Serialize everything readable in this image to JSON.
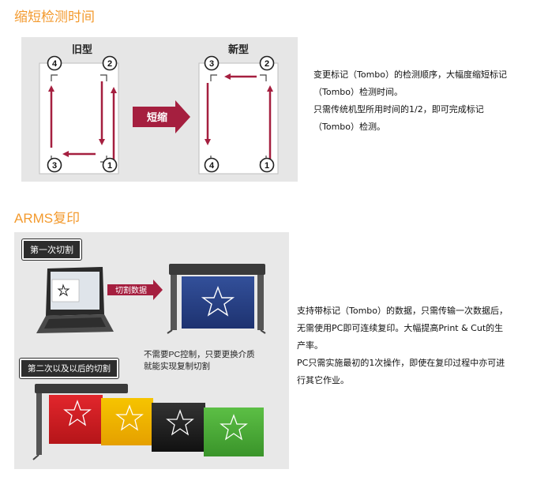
{
  "section1": {
    "title": "缩短检测时间",
    "old_label": "旧型",
    "new_label": "新型",
    "arrow_label": "短缩",
    "marker_nums": [
      "1",
      "2",
      "3",
      "4"
    ],
    "desc": [
      "变更标记（Tombo）的检测顺序，大幅度缩短标记",
      "（Tombo）检测时间。",
      "只需传统机型所用时间的1/2，即可完成标记",
      "（Tombo）检测。"
    ],
    "colors": {
      "accent": "#f39a2e",
      "arrow": "#a51f3f",
      "panel": "#e6e6e6"
    }
  },
  "section2": {
    "title": "ARMS复印",
    "first_cut_label": "第一次切割",
    "cut_data_label": "切割数据",
    "note": [
      "不需要PC控制，只要更换介质",
      "就能实现复制切割"
    ],
    "later_cut_label": "第二次以及以后的切割",
    "media_colors": [
      "#cf1f25",
      "#f2b800",
      "#222222",
      "#49a83a"
    ],
    "desc": [
      "支持带标记（Tombo）的数据，只需传输一次数据后，",
      "无需使用PC即可连续复印。大幅提高Print & Cut的生",
      "产率。",
      "PC只需实施最初的1次操作，即使在复印过程中亦可进",
      "行其它作业。"
    ]
  }
}
